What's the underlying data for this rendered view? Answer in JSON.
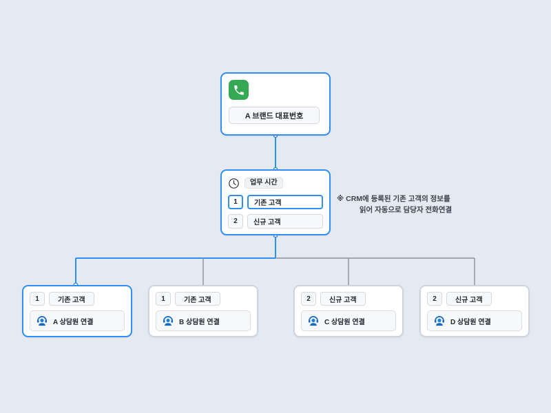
{
  "canvas": {
    "background_color": "#e4e9f2",
    "accent_color": "#2f8ef4",
    "edge_inactive_color": "#8d9199",
    "phone_badge_color": "#34a853",
    "agent_icon_color": "#1668c1"
  },
  "nodes": {
    "start": {
      "icon": "phone-icon",
      "label": "A 브랜드 대표번호",
      "selected": true
    },
    "condition": {
      "icon": "clock-icon",
      "header_label": "업무 시간",
      "selected": true,
      "branches": [
        {
          "number": "1",
          "label": "기존 고객",
          "active": true
        },
        {
          "number": "2",
          "label": "신규 고객",
          "active": false
        }
      ]
    },
    "leaves": [
      {
        "number": "1",
        "condition_label": "기존 고객",
        "icon": "agent-headset-icon",
        "action_label": "A 상담원 연결",
        "selected": true
      },
      {
        "number": "1",
        "condition_label": "기존 고객",
        "icon": "agent-headset-icon",
        "action_label": "B 상담원 연결",
        "selected": false
      },
      {
        "number": "2",
        "condition_label": "신규 고객",
        "icon": "agent-headset-icon",
        "action_label": "C 상담원 연결",
        "selected": false
      },
      {
        "number": "2",
        "condition_label": "신규 고객",
        "icon": "agent-headset-icon",
        "action_label": "D 상담원 연결",
        "selected": false
      }
    ]
  },
  "annotation": {
    "line1": "※ CRM에 등록된 기존 고객의 정보를",
    "line2": "읽어 자동으로 담당자 전화연결"
  }
}
